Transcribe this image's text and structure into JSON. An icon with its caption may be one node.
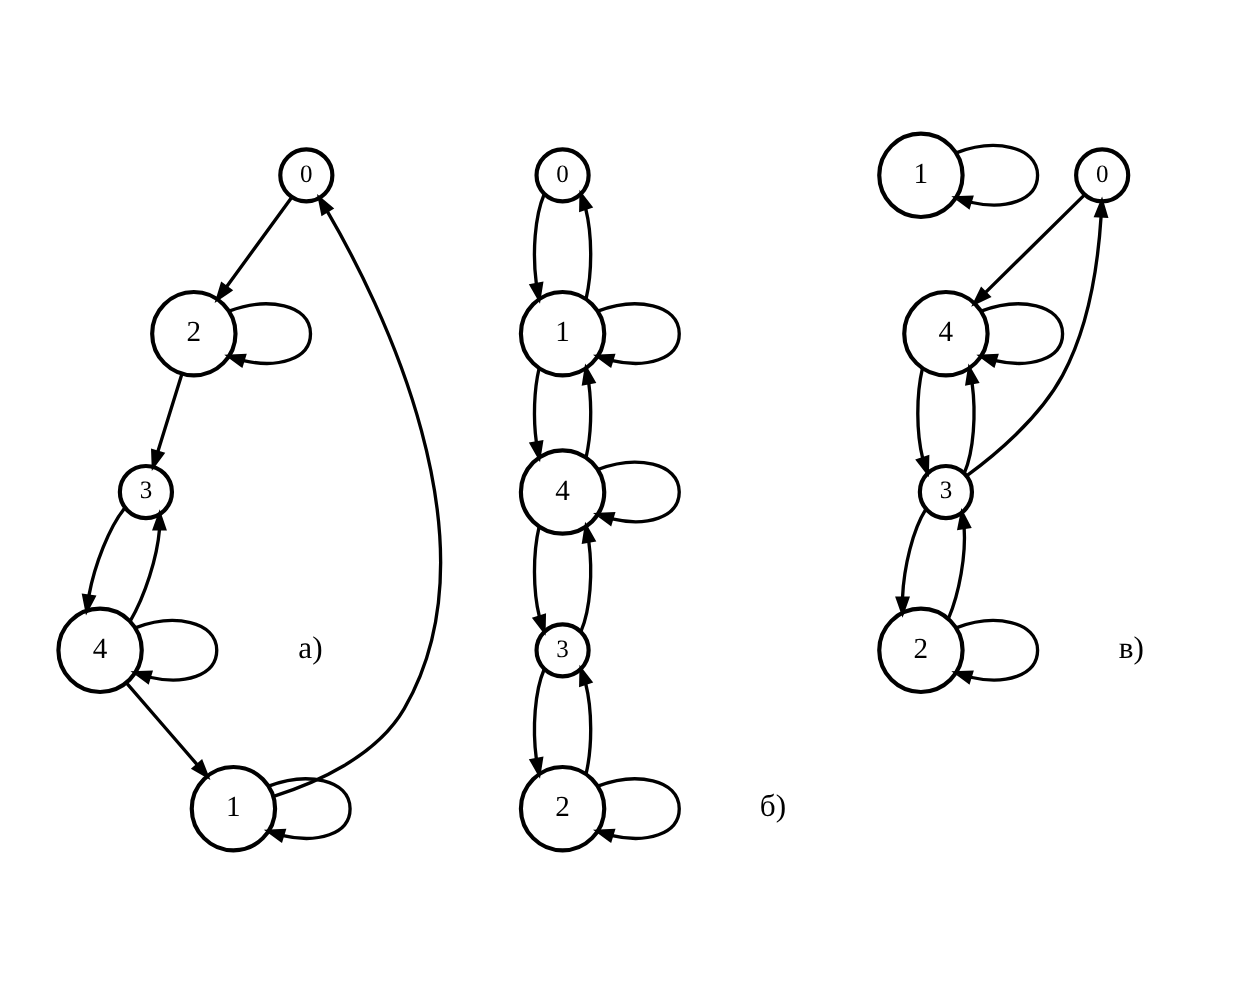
{
  "diagram": {
    "nodes": [
      {
        "text": [
          "0"
        ]
      },
      {
        "text": [
          "1"
        ]
      },
      {
        "text": [
          "2"
        ]
      },
      {
        "text": [
          "3"
        ]
      },
      {
        "text": [
          "4"
        ]
      },
      {
        "text": [
          "0"
        ]
      },
      {
        "text": [
          "1"
        ]
      },
      {
        "text": [
          "2"
        ]
      },
      {
        "text": [
          "3"
        ]
      },
      {
        "text": [
          "4"
        ]
      },
      {
        "text": [
          "0"
        ]
      },
      {
        "text": [
          "1"
        ]
      },
      {
        "text": [
          "2"
        ]
      },
      {
        "text": [
          "3"
        ]
      },
      {
        "text": [
          "4"
        ]
      }
    ],
    "edges": [
      {
        "from": 1,
        "to": 0,
        "arrow": "to"
      },
      {
        "from": 0,
        "to": 2,
        "arrow": "to"
      },
      {
        "from": 4,
        "to": 1,
        "arrow": "to"
      },
      {
        "from": 2,
        "to": 3,
        "arrow": "to"
      },
      {
        "from": 4,
        "to": 3,
        "arrow": "to"
      },
      {
        "from": 3,
        "to": 4,
        "arrow": "to"
      },
      {
        "from": 1,
        "to": 1,
        "arrow": "to"
      },
      {
        "from": 2,
        "to": 2,
        "arrow": "to"
      },
      {
        "from": 4,
        "to": 4,
        "arrow": "to"
      },
      {
        "from": 5,
        "to": 6,
        "arrow": "to"
      },
      {
        "from": 6,
        "to": 5,
        "arrow": "to"
      },
      {
        "from": 6,
        "to": 9,
        "arrow": "to"
      },
      {
        "from": 9,
        "to": 6,
        "arrow": "to"
      },
      {
        "from": 9,
        "to": 8,
        "arrow": "to"
      },
      {
        "from": 8,
        "to": 9,
        "arrow": "to"
      },
      {
        "from": 8,
        "to": 7,
        "arrow": "to"
      },
      {
        "from": 7,
        "to": 8,
        "arrow": "to"
      },
      {
        "from": 6,
        "to": 6,
        "arrow": "to"
      },
      {
        "from": 7,
        "to": 7,
        "arrow": "to"
      },
      {
        "from": 9,
        "to": 9,
        "arrow": "to"
      },
      {
        "from": 10,
        "to": 14,
        "arrow": "to"
      },
      {
        "from": 13,
        "to": 10,
        "arrow": "to"
      },
      {
        "from": 13,
        "to": 14,
        "arrow": "to"
      },
      {
        "from": 14,
        "to": 13,
        "arrow": "to"
      },
      {
        "from": 12,
        "to": 13,
        "arrow": "to"
      },
      {
        "from": 13,
        "to": 12,
        "arrow": "to"
      },
      {
        "from": 11,
        "to": 11,
        "arrow": "to"
      },
      {
        "from": 12,
        "to": 12,
        "arrow": "to"
      },
      {
        "from": 14,
        "to": 14,
        "arrow": "to"
      }
    ],
    "labels": [
      "а)",
      "б)",
      "в)"
    ]
  }
}
